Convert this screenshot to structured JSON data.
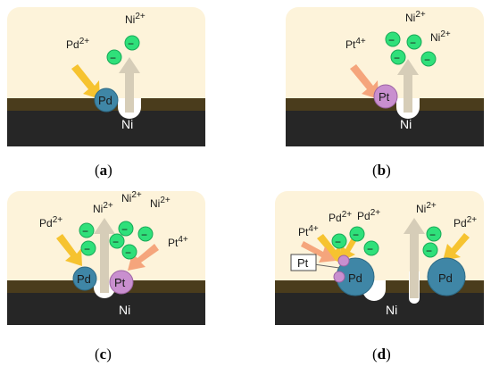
{
  "colors": {
    "solution": "#fdf3da",
    "interface": "#4a3c1c",
    "nickel_substrate": "#262626",
    "pd_particle": "#3f86a6",
    "pt_particle": "#c98fcf",
    "electron": "#2fe07a",
    "ni_arrow": "#d6cdb8",
    "pd_arrow": "#f6c330",
    "pt_arrow": "#f5a57c"
  },
  "ions": {
    "ni": "Ni",
    "pd": "Pd",
    "pt": "Pt",
    "charge_2": "2+",
    "charge_4": "4+"
  },
  "metals": {
    "pd": "Pd",
    "pt": "Pt",
    "ni": "Ni"
  },
  "electron_symbol": "−",
  "panels": {
    "a": {
      "caption_open": "(",
      "caption_letter": "a",
      "caption_close": ")"
    },
    "b": {
      "caption_open": "(",
      "caption_letter": "b",
      "caption_close": ")"
    },
    "c": {
      "caption_open": "(",
      "caption_letter": "c",
      "caption_close": ")"
    },
    "d": {
      "caption_open": "(",
      "caption_letter": "d",
      "caption_close": ")",
      "pt_label_box": "Pt"
    }
  }
}
